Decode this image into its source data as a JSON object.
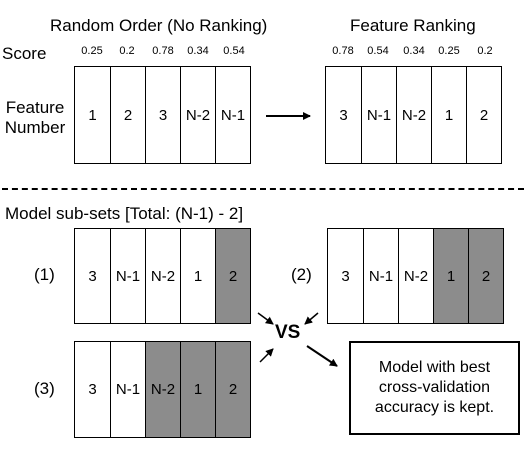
{
  "random_order": {
    "title": "Random Order (No Ranking)",
    "cells": [
      {
        "label": "1",
        "score": "0.25"
      },
      {
        "label": "2",
        "score": "0.2"
      },
      {
        "label": "3",
        "score": "0.78"
      },
      {
        "label": "N-2",
        "score": "0.34"
      },
      {
        "label": "N-1",
        "score": "0.54"
      }
    ]
  },
  "feature_ranking": {
    "title": "Feature Ranking",
    "cells": [
      {
        "label": "3",
        "score": "0.78"
      },
      {
        "label": "N-1",
        "score": "0.54"
      },
      {
        "label": "N-2",
        "score": "0.34"
      },
      {
        "label": "1",
        "score": "0.25"
      },
      {
        "label": "2",
        "score": "0.2"
      }
    ]
  },
  "labels": {
    "score": "Score",
    "feature_line1": "Feature",
    "feature_line2": "Number"
  },
  "subsets": {
    "title": "Model sub-sets [Total: (N-1) - 2]",
    "sets": [
      {
        "id": "(1)",
        "cells": [
          "3",
          "N-1",
          "N-2",
          "1",
          "2"
        ],
        "shaded": [
          4
        ]
      },
      {
        "id": "(2)",
        "cells": [
          "3",
          "N-1",
          "N-2",
          "1",
          "2"
        ],
        "shaded": [
          3,
          4
        ]
      },
      {
        "id": "(3)",
        "cells": [
          "3",
          "N-1",
          "N-2",
          "1",
          "2"
        ],
        "shaded": [
          2,
          3,
          4
        ]
      }
    ],
    "vs": "VS"
  },
  "result_box": {
    "line1": "Model with best",
    "line2": "cross-validation",
    "line3": "accuracy is kept."
  }
}
